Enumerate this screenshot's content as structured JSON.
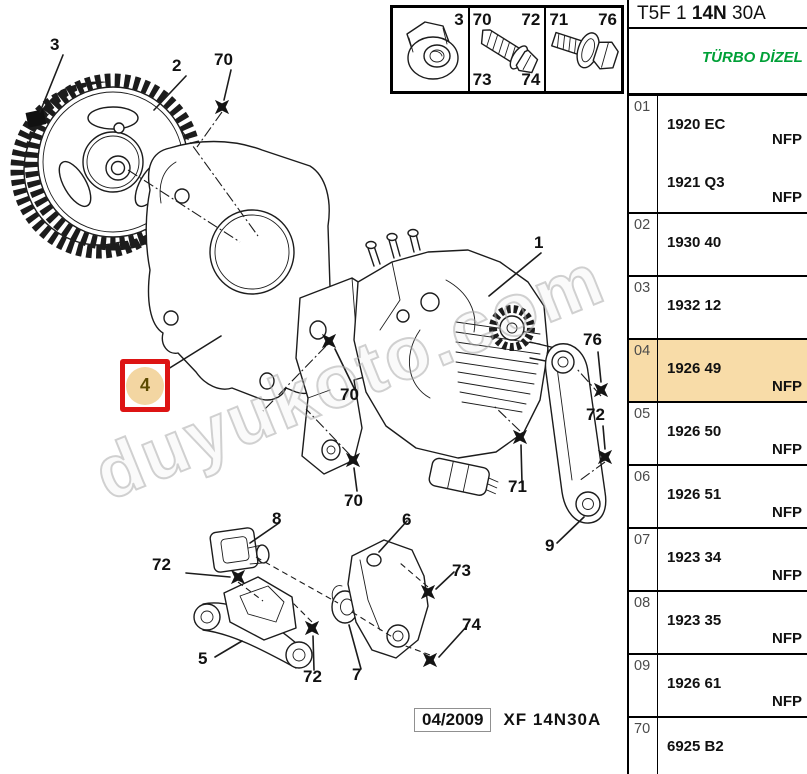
{
  "header": {
    "code": {
      "prefix": "T5F 1 ",
      "bold": "14N",
      "suffix": " 30A"
    },
    "subtitle": "TÜRBO DİZEL"
  },
  "colors": {
    "accent_green": "#00A037",
    "highlight_row": "#F8DCA8",
    "selected_callout_box": "#DD1414",
    "selected_callout_disc": "#F3D6A2"
  },
  "fastener_box": {
    "cells": [
      {
        "icon": "nut-icon",
        "tr": "3"
      },
      {
        "icon": "flanged-screw-icon",
        "tl": "70",
        "tr": "72",
        "bl": "73",
        "br": "74"
      },
      {
        "icon": "bolt-washer-icon",
        "tl": "71",
        "tr": "76"
      }
    ]
  },
  "diagram": {
    "watermark": "duyukoto.com",
    "selected_callout": "4",
    "callouts": [
      {
        "text": "3"
      },
      {
        "text": "2"
      },
      {
        "text": "70"
      },
      {
        "text": "1"
      },
      {
        "text": "76"
      },
      {
        "text": "72"
      },
      {
        "text": "70"
      },
      {
        "text": "70"
      },
      {
        "text": "71"
      },
      {
        "text": "9"
      },
      {
        "text": "8"
      },
      {
        "text": "72"
      },
      {
        "text": "6"
      },
      {
        "text": "73"
      },
      {
        "text": "5"
      },
      {
        "text": "72"
      },
      {
        "text": "7"
      },
      {
        "text": "74"
      }
    ],
    "footer": {
      "date": "04/2009",
      "ref": "XF 14N30A"
    }
  },
  "parts_table": {
    "rows": [
      {
        "num": "01",
        "highlighted": false,
        "entries": [
          {
            "ref": "1920 EC",
            "note": "NFP"
          },
          {
            "ref": "1921 Q3",
            "note": "NFP"
          }
        ]
      },
      {
        "num": "02",
        "highlighted": false,
        "entries": [
          {
            "ref": "1930 40",
            "note": ""
          }
        ]
      },
      {
        "num": "03",
        "highlighted": false,
        "entries": [
          {
            "ref": "1932 12",
            "note": ""
          }
        ]
      },
      {
        "num": "04",
        "highlighted": true,
        "entries": [
          {
            "ref": "1926 49",
            "note": "NFP"
          }
        ]
      },
      {
        "num": "05",
        "highlighted": false,
        "entries": [
          {
            "ref": "1926 50",
            "note": "NFP"
          }
        ]
      },
      {
        "num": "06",
        "highlighted": false,
        "entries": [
          {
            "ref": "1926 51",
            "note": "NFP"
          }
        ]
      },
      {
        "num": "07",
        "highlighted": false,
        "entries": [
          {
            "ref": "1923 34",
            "note": "NFP"
          }
        ]
      },
      {
        "num": "08",
        "highlighted": false,
        "entries": [
          {
            "ref": "1923 35",
            "note": "NFP"
          }
        ]
      },
      {
        "num": "09",
        "highlighted": false,
        "entries": [
          {
            "ref": "1926 61",
            "note": "NFP"
          }
        ]
      },
      {
        "num": "70",
        "highlighted": false,
        "entries": [
          {
            "ref": "6925 B2",
            "note": ""
          }
        ]
      }
    ]
  }
}
